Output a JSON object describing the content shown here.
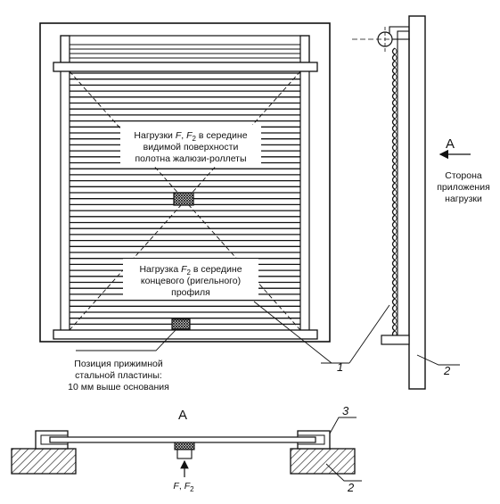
{
  "front_view": {
    "label_top": {
      "line1_prefix": "Нагрузки ",
      "f": "F",
      "sep": ", ",
      "f2_base": "F",
      "f2_sub": "2",
      "line1_suffix": " в середине",
      "line2": "видимой поверхности",
      "line3": "полотна жалюзи-роллеты"
    },
    "label_bottom": {
      "line1_prefix": "Нагрузка ",
      "f2_base": "F",
      "f2_sub": "2",
      "line1_suffix": " в середине",
      "line2": "концевого (ригельного)",
      "line3": "профиля"
    },
    "plate_note": {
      "line1": "Позиция прижимной",
      "line2": "стальной пластины:",
      "line3": "10 мм выше основания"
    },
    "callout_1": "1"
  },
  "side_view": {
    "arrow_label": "A",
    "load_side": {
      "line1": "Сторона",
      "line2": "приложения",
      "line3": "нагрузки"
    },
    "callout_2": "2"
  },
  "section_view": {
    "title": "A",
    "callout_3": "3",
    "callout_2": "2",
    "force_f": "F",
    "force_sep": ", ",
    "force_f2_base": "F",
    "force_f2_sub": "2"
  },
  "colors": {
    "line": "#111111",
    "paper": "#ffffff"
  }
}
